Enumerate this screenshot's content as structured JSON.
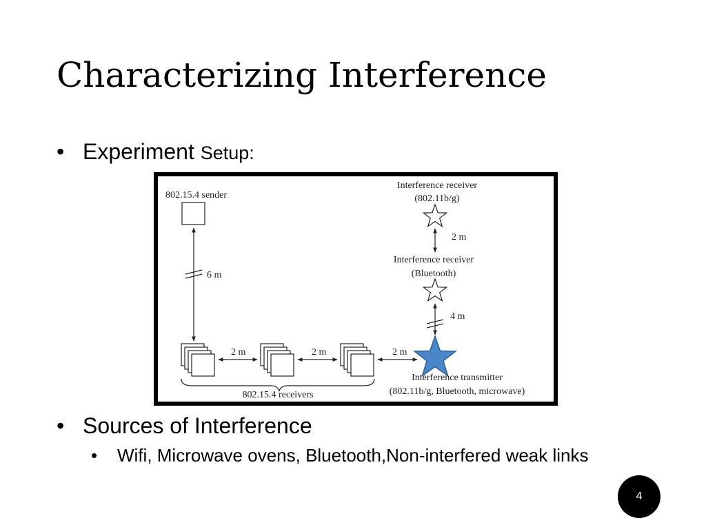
{
  "slide": {
    "title": "Characterizing Interference",
    "page_number": "4"
  },
  "bullets": {
    "setup_main": "Experiment",
    "setup_sub": "Setup:",
    "sources": "Sources of Interference",
    "sources_detail": "Wifi, Microwave ovens, Bluetooth,Non-interfered weak links"
  },
  "diagram": {
    "sender_label": "802.15.4 sender",
    "sender_distance": "6 m",
    "receivers_label": "802.15.4 receivers",
    "receiver_gap_1": "2 m",
    "receiver_gap_2": "2 m",
    "receiver_gap_3": "2 m",
    "wifi_receiver_line1": "Interference receiver",
    "wifi_receiver_line2": "(802.11b/g)",
    "wifi_bt_distance": "2 m",
    "bt_receiver_line1": "Interference receiver",
    "bt_receiver_line2": "(Bluetooth)",
    "bt_tx_distance": "4 m",
    "transmitter_line1": "Interference transmitter",
    "transmitter_line2": "(802.11b/g, Bluetooth, microwave)",
    "transmitter_color": "#4a86c8"
  }
}
